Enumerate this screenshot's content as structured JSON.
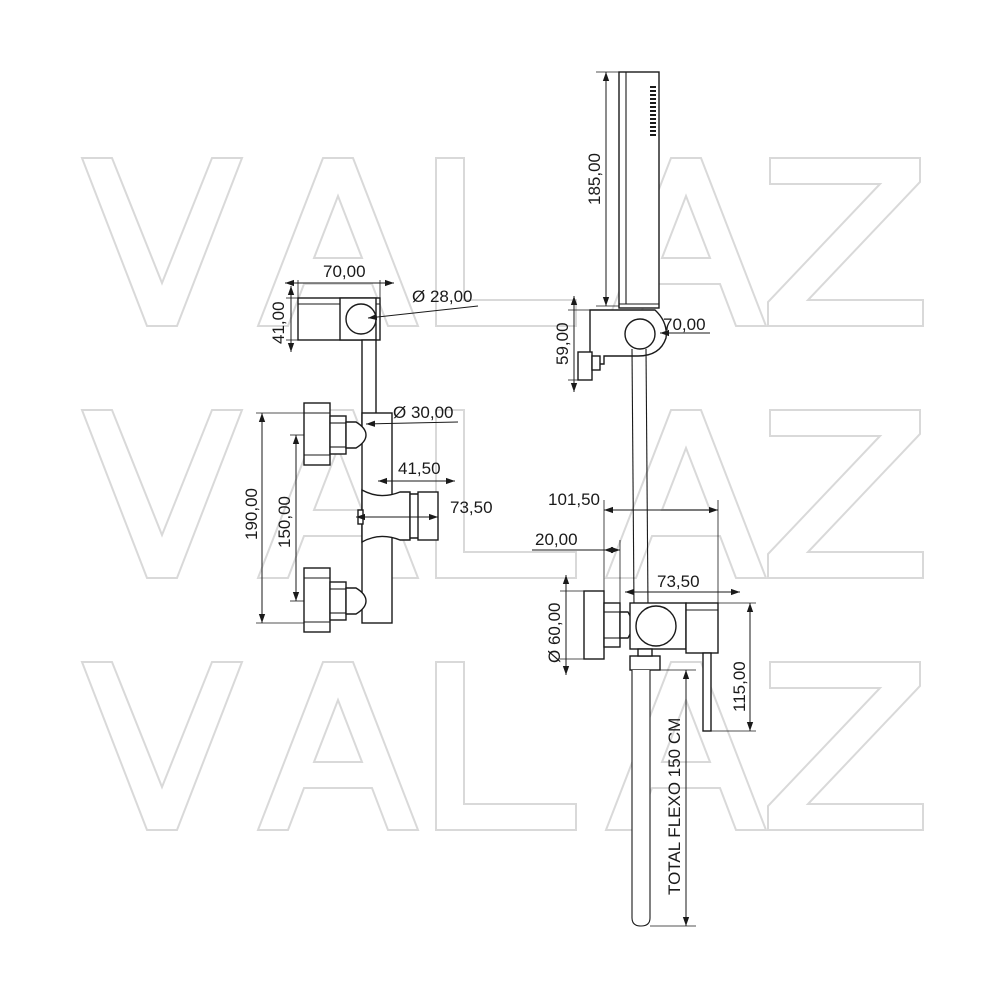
{
  "watermark": {
    "rows": [
      [
        "V",
        "A",
        "L",
        "A",
        "Z"
      ],
      [
        "V",
        "A",
        "L",
        "A",
        "Z"
      ],
      [
        "V",
        "A",
        "L",
        "A",
        "Z"
      ]
    ]
  },
  "left_view": {
    "bracket_width": "70,00",
    "bracket_height": "41,00",
    "holder_diameter": "Ø 28,00",
    "connector_diameter": "Ø 30,00",
    "handle_depth": "41,50",
    "body_depth": "73,50",
    "outer_height": "190,00",
    "inner_height": "150,00"
  },
  "right_view": {
    "handshower_length": "185,00",
    "holder_height": "59,00",
    "holder_width": "70,00",
    "total_depth": "101,50",
    "wall_plate_offset": "20,00",
    "body_depth": "73,50",
    "plate_diameter": "Ø 60,00",
    "lever_height": "115,00",
    "hose_label": "TOTAL FLEXO 150 CM"
  },
  "colors": {
    "line": "#1a1a1a",
    "watermark_outline": "#d9d9d9",
    "background": "#ffffff"
  }
}
